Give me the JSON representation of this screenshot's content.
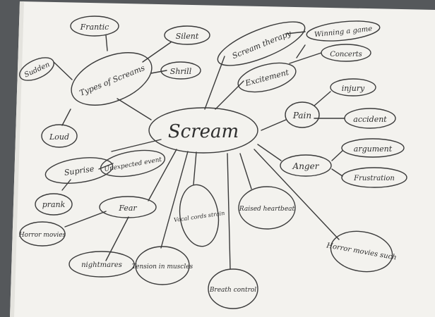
{
  "center": "Scream",
  "nodes": {
    "types": "Types of Screams",
    "frantic": "Frantic",
    "silent": "Silent",
    "shrill": "Shrill",
    "sudden": "Sudden",
    "loud": "Loud",
    "therapy": "Scream therapy",
    "winning": "Winning a game",
    "concerts": "Concerts",
    "excitement": "Excitement",
    "pain": "Pain",
    "injury": "injury",
    "accident": "accident",
    "anger": "Anger",
    "argument": "argument",
    "frustration": "Frustration",
    "horror_movies_right": "Horror movies such",
    "surprise": "Suprise",
    "unexpected": "Unexpected event",
    "prank": "prank",
    "fear": "Fear",
    "horror_movies_left": "Horror movies",
    "nightmares": "nightmares",
    "tension": "Tension in muscles",
    "vocal": "Vocal cords strain",
    "breath": "Breath control",
    "heartbeat": "Raised heartbeat"
  }
}
